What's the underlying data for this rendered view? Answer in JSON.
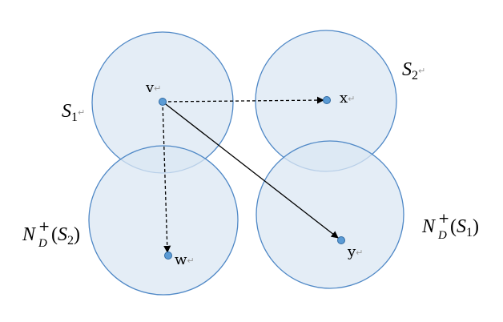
{
  "colors": {
    "circle_fill": "#dbe7f3",
    "circle_stroke": "#4f88c6",
    "node_fill": "#5b9bd5",
    "node_stroke": "#2f6aa3",
    "arrow": "#000000",
    "text": "#000000",
    "return_mark": "#999999"
  },
  "return_mark": "↵",
  "nodes": {
    "v": {
      "label": "v"
    },
    "x": {
      "label": "x"
    },
    "w": {
      "label": "w"
    },
    "y": {
      "label": "y"
    }
  },
  "sets": {
    "s1": {
      "base": "S",
      "sub": "1"
    },
    "s2": {
      "base": "S",
      "sub": "2"
    },
    "nd_s2": {
      "base": "N",
      "sup": "+",
      "sub": "D",
      "arg_base": "S",
      "arg_sub": "2"
    },
    "nd_s1": {
      "base": "N",
      "sup": "+",
      "sub": "D",
      "arg_base": "S",
      "arg_sub": "1"
    }
  },
  "edges": [
    {
      "from": "v",
      "to": "x",
      "style": "dashed"
    },
    {
      "from": "v",
      "to": "w",
      "style": "dashed"
    },
    {
      "from": "v",
      "to": "y",
      "style": "solid"
    }
  ]
}
